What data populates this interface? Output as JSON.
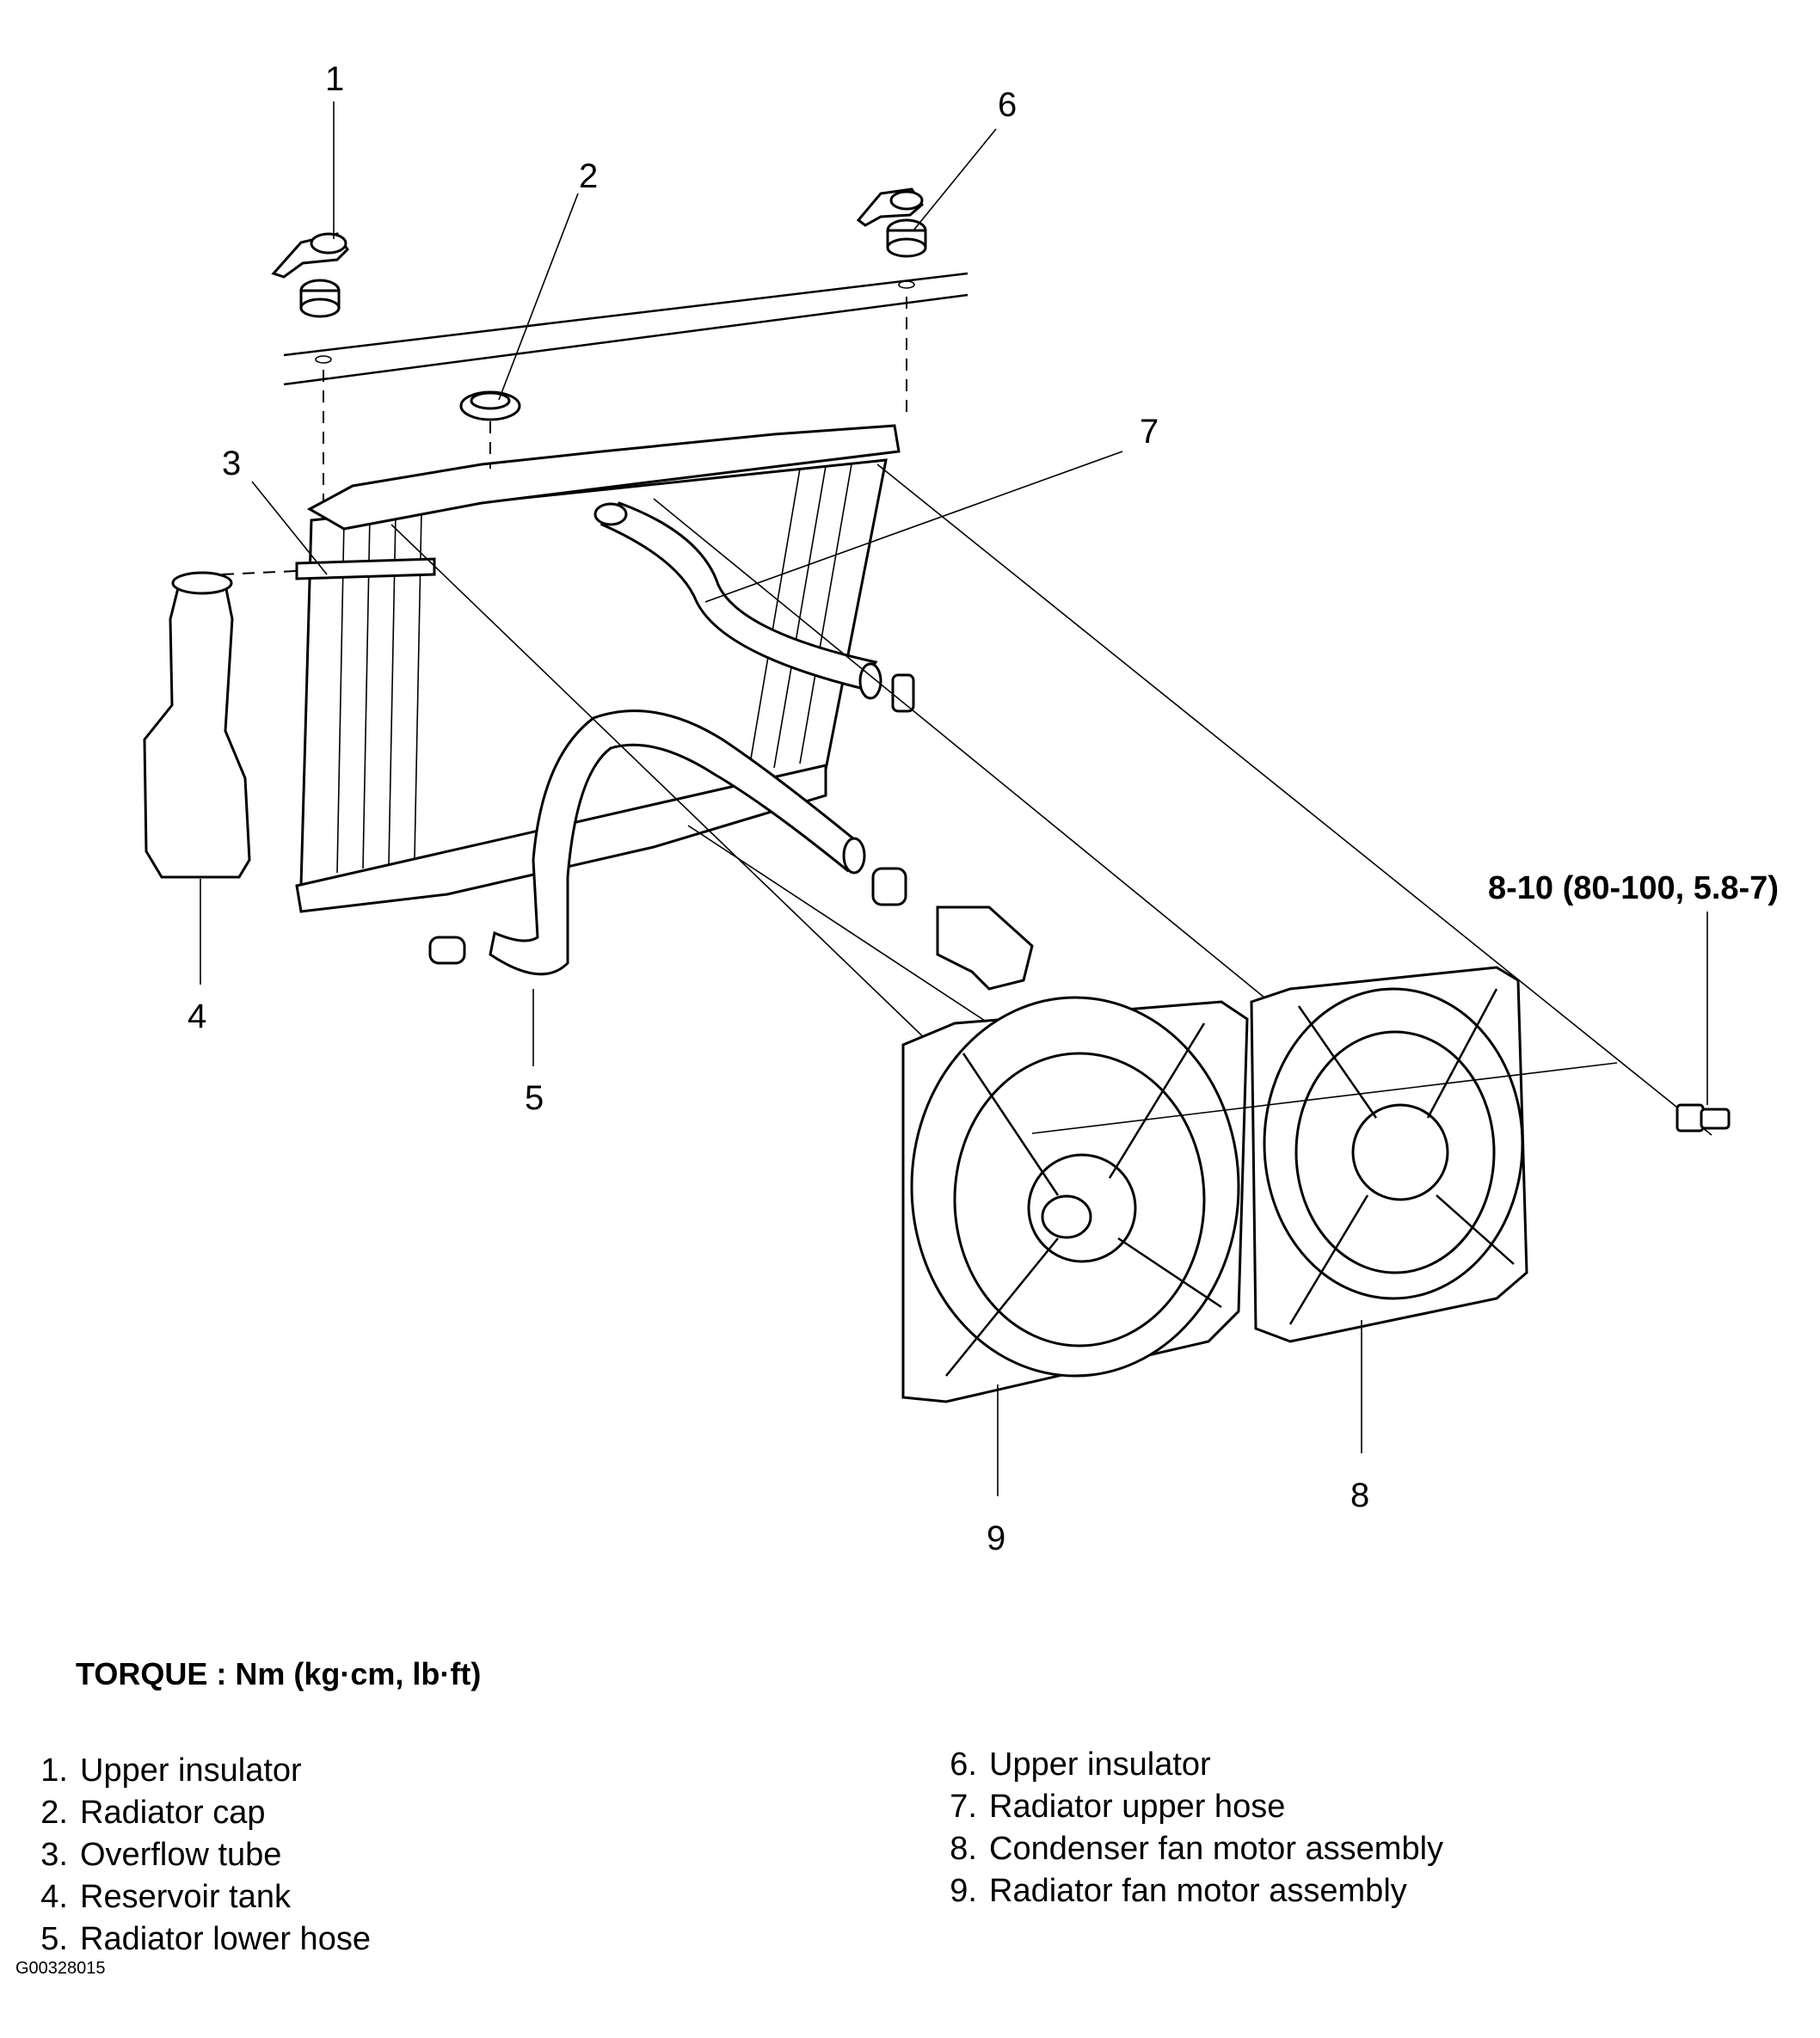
{
  "callouts": {
    "c1": "1",
    "c2": "2",
    "c3": "3",
    "c4": "4",
    "c5": "5",
    "c6": "6",
    "c7": "7",
    "c8": "8",
    "c9": "9"
  },
  "torque_spec": "8-10 (80-100, 5.8-7)",
  "torque_heading": "TORQUE : Nm (kg·cm, lb·ft)",
  "legend_left": [
    {
      "num": "1.",
      "label": "Upper insulator"
    },
    {
      "num": "2.",
      "label": "Radiator cap"
    },
    {
      "num": "3.",
      "label": "Overflow tube"
    },
    {
      "num": "4.",
      "label": "Reservoir tank"
    },
    {
      "num": "5.",
      "label": "Radiator lower hose"
    }
  ],
  "legend_right": [
    {
      "num": "6.",
      "label": "Upper insulator"
    },
    {
      "num": "7.",
      "label": "Radiator upper hose"
    },
    {
      "num": "8.",
      "label": "Condenser fan motor assembly"
    },
    {
      "num": "9.",
      "label": "Radiator fan motor assembly"
    }
  ],
  "figure_code": "G00328015"
}
